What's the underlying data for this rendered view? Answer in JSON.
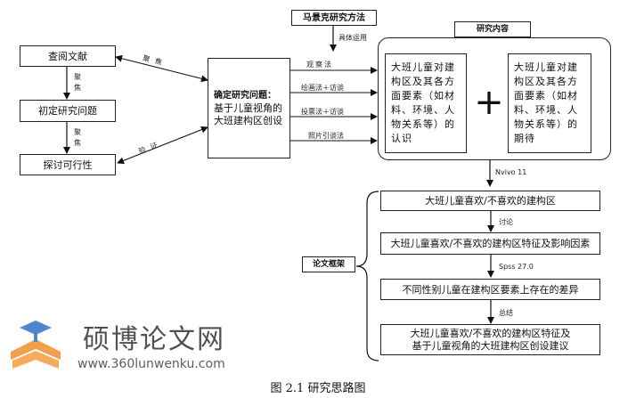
{
  "method": {
    "label": "马景克研究方法",
    "sub": "具体运用"
  },
  "left": {
    "box1": "查阅文献",
    "box2": "初定研究问题",
    "box3": "探讨可行性",
    "arrow1": [
      "聚",
      "焦"
    ],
    "arrow2": [
      "聚",
      "焦"
    ],
    "diag_top": "聚焦",
    "diag_bottom": "验证"
  },
  "question": {
    "title": "确定研究问题：",
    "body": "基于儿童视角的大班建构区创设"
  },
  "methods": [
    "观察法",
    "绘画法＋访谈",
    "投票法＋访谈",
    "照片引谈法"
  ],
  "content": {
    "title": "研究内容",
    "left_text": "大班儿童对建构区及其各方面要素（如材料、环境、人物关系等）的认识",
    "plus": "+",
    "right_text": "大班儿童对建构区及其各方面要素（如材料、环境、人物关系等）的期待"
  },
  "nvivo": "Nvivo 11",
  "framework": {
    "label": "论文框架",
    "steps": [
      "大班儿童喜欢/不喜欢的建构区",
      "大班儿童喜欢/不喜欢的建构区特征及影响因素",
      "不同性别儿童在建构区要素上存在的差异",
      "大班儿童喜欢/不喜欢的建构区特征及",
      "基于儿童视角的大班建构区创设建议"
    ],
    "arrows": [
      "讨论",
      "Spss 27.0",
      "总结"
    ]
  },
  "watermark": {
    "name": "硕博论文网",
    "url": "www.360lunwenku.com"
  },
  "caption": "图 2.1  研究思路图"
}
